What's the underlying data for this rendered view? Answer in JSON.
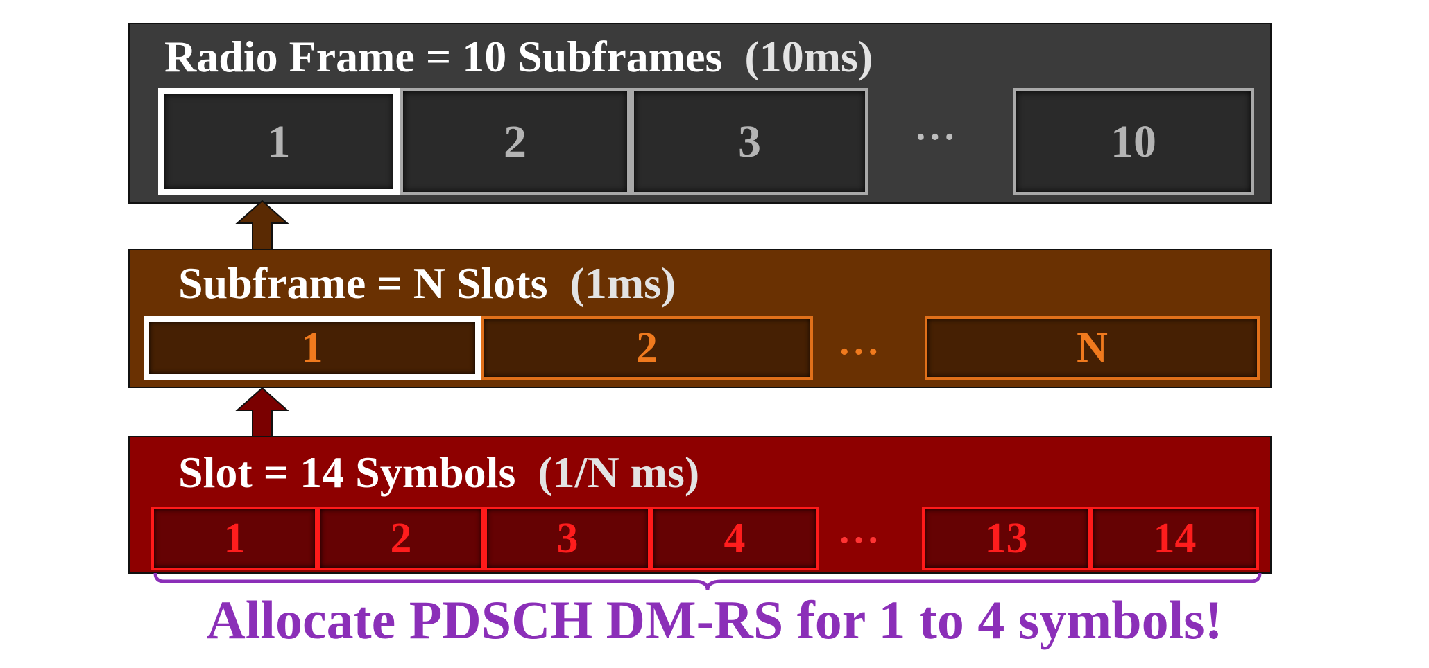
{
  "radio_frame": {
    "title": "Radio Frame = 10 Subframes",
    "duration": "(10ms)",
    "boxes": [
      "1",
      "2",
      "3",
      "10"
    ],
    "ellipsis": "···"
  },
  "subframe": {
    "title": "Subframe = N Slots",
    "duration": "(1ms)",
    "boxes": [
      "1",
      "2",
      "N"
    ],
    "ellipsis": "···"
  },
  "slot": {
    "title": "Slot = 14 Symbols",
    "duration": "(1/N ms)",
    "boxes": [
      "1",
      "2",
      "3",
      "4",
      "13",
      "14"
    ],
    "ellipsis": "···"
  },
  "footer": {
    "text": "Allocate PDSCH DM-RS for 1 to 4 symbols!"
  },
  "colors": {
    "radio_bg": "#3b3b3b",
    "subframe_bg": "#6a3102",
    "slot_bg": "#8e0000",
    "footer": "#8b2fb8"
  }
}
